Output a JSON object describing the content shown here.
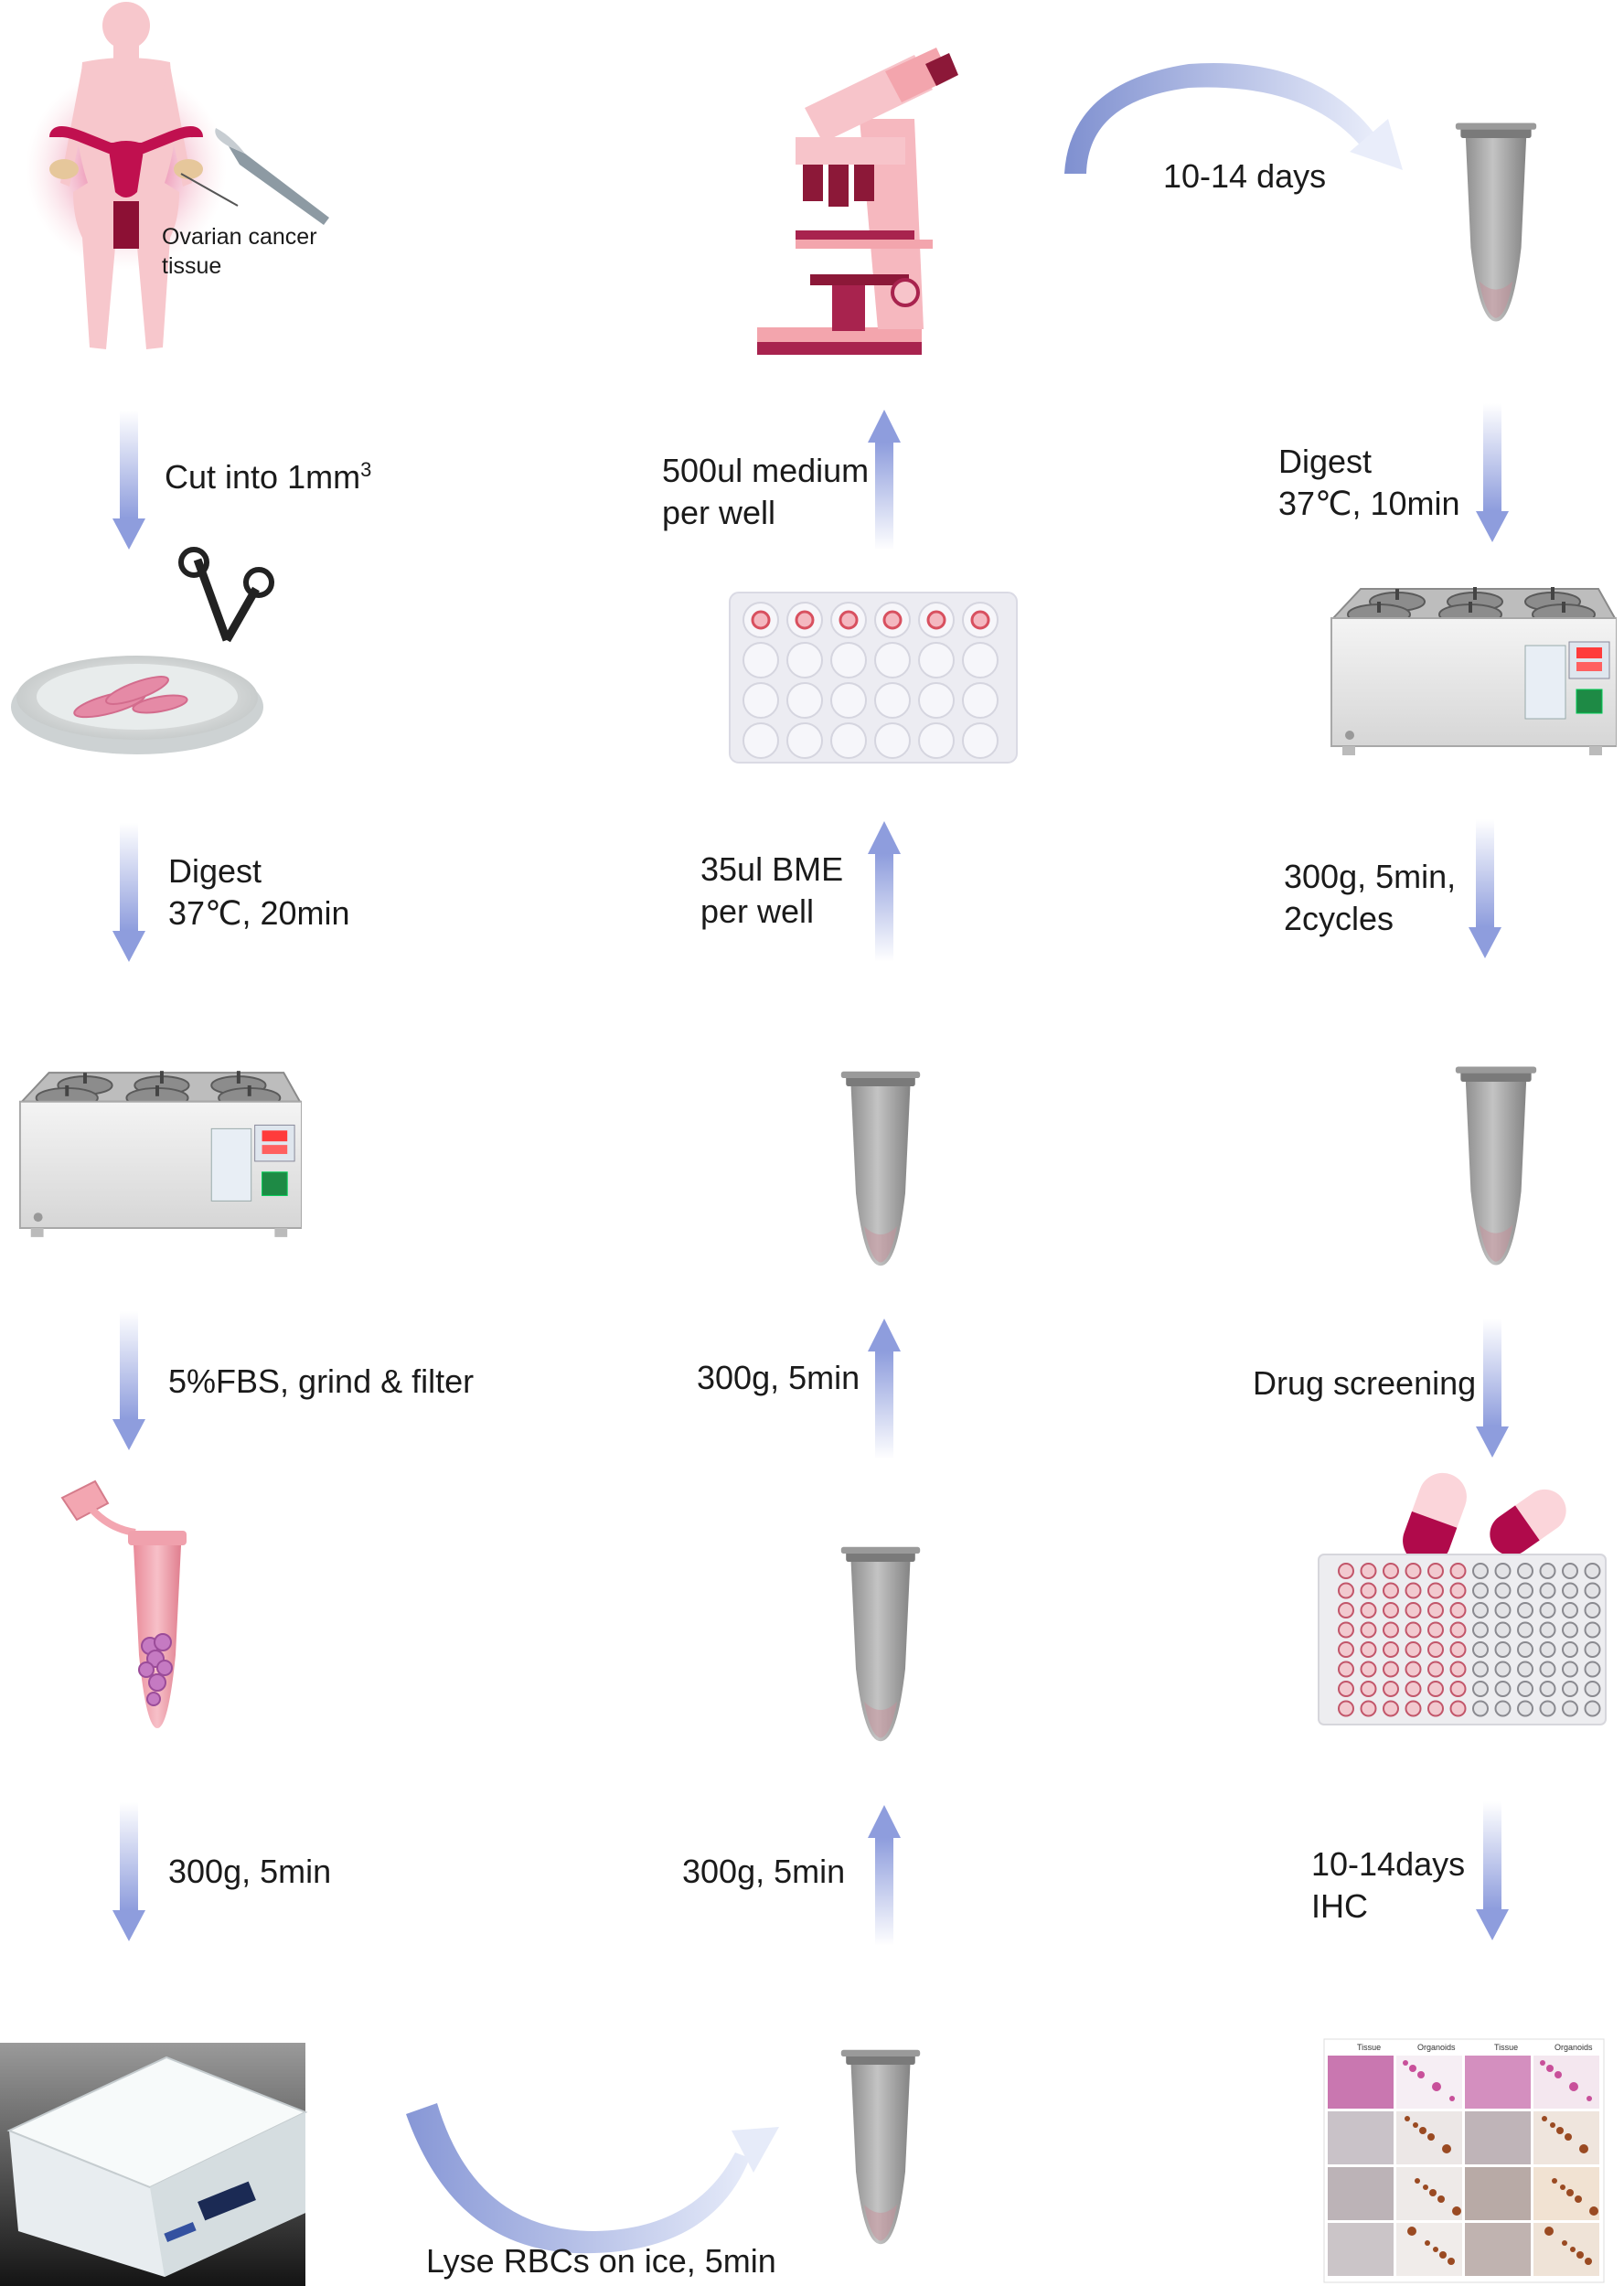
{
  "labels": {
    "ovarian": "Ovarian cancer\ntissue",
    "step_cut": "Cut into 1mm",
    "step_cut_sup": "3",
    "step_digest1": "Digest\n37℃, 20min",
    "step_fbs": "5%FBS, grind & filter",
    "step_spin1": "300g, 5min",
    "step_lyse": "Lyse RBCs on ice, 5min",
    "step_spin2": "300g, 5min",
    "step_spin3": "300g, 5min",
    "step_bme": "35ul BME\nper well",
    "step_medium": "500ul medium\nper well",
    "step_days": "10-14 days",
    "step_digest2": "Digest\n37℃, 10min",
    "step_spin4": "300g, 5min,\n2cycles",
    "step_drug": "Drug screening",
    "step_ihc": "10-14days\nIHC"
  },
  "ihc_headers": [
    "Tissue",
    "Organoids",
    "Tissue",
    "Organoids"
  ],
  "colors": {
    "arrow": "#8e9ddd",
    "tube": "#8c8c8c",
    "tissue": "#b0124a",
    "skin": "#f7c7cc"
  }
}
